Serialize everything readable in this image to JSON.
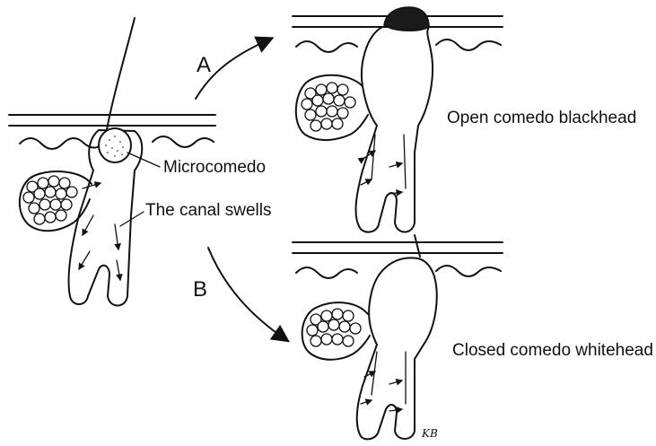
{
  "labels": {
    "microcomedo": "Microcomedo",
    "canal_swells": "The canal swells",
    "open_comedo": "Open comedo blackhead",
    "closed_comedo": "Closed comedo whitehead"
  },
  "paths": {
    "a": "A",
    "b": "B"
  },
  "signature": "KB"
}
